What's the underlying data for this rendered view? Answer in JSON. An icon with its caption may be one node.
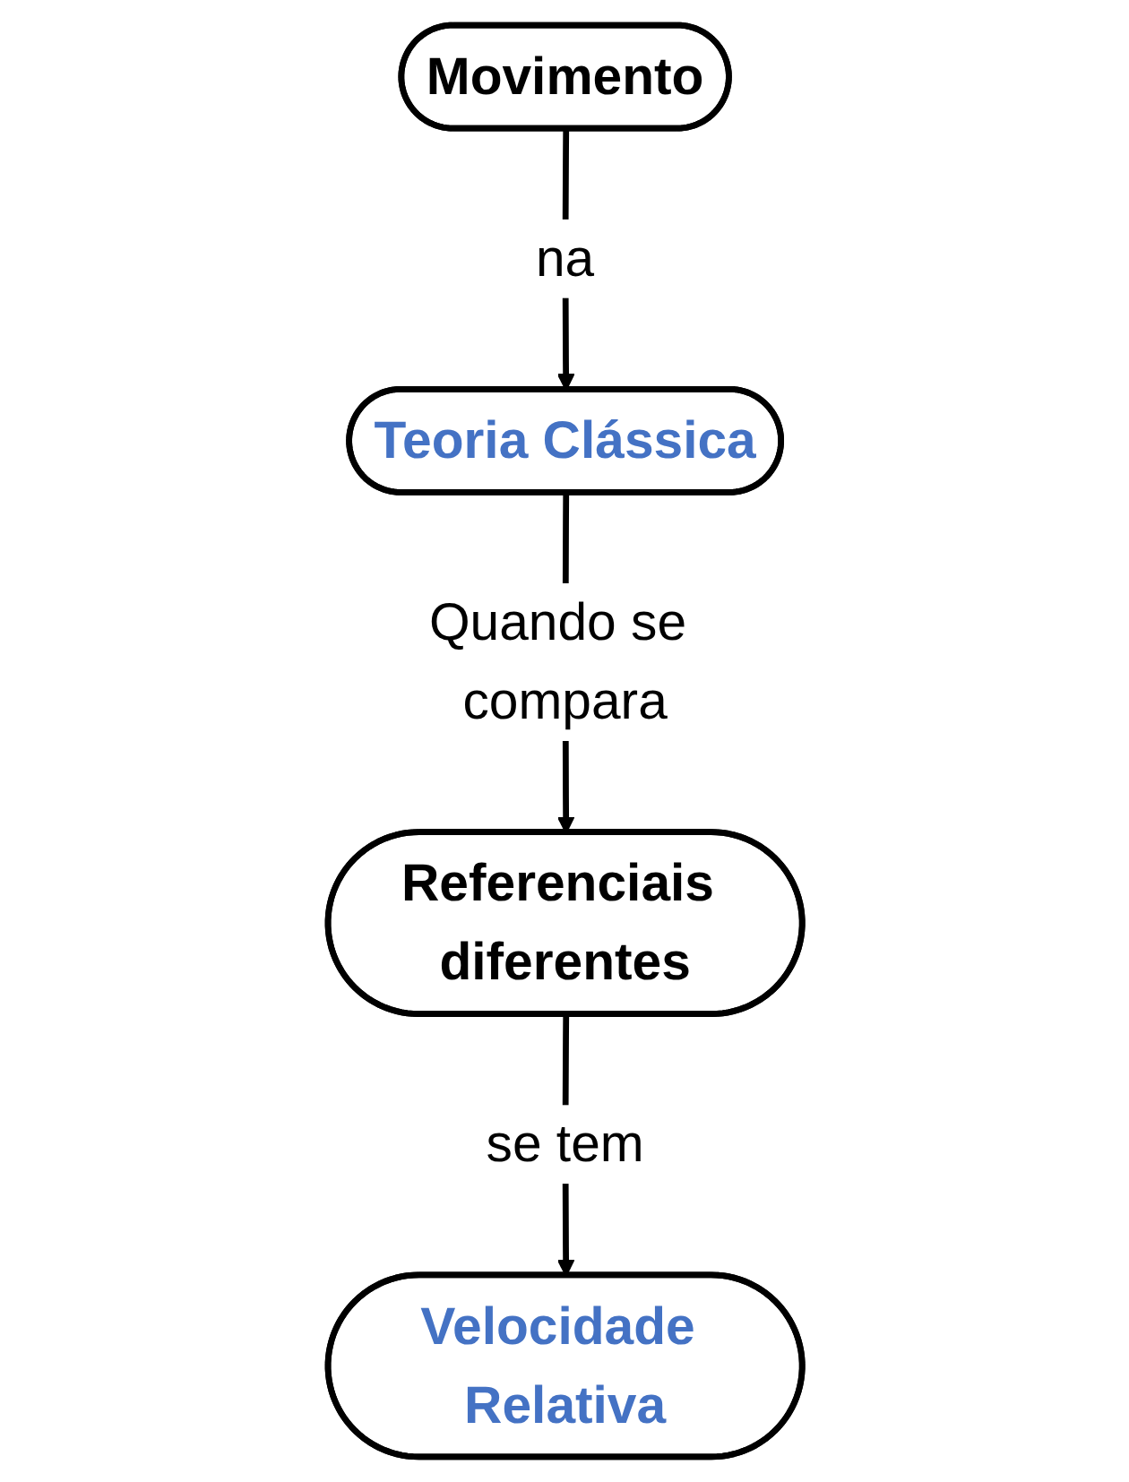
{
  "diagram": {
    "nodes": [
      {
        "text": [
          "Movimento"
        ]
      },
      {
        "text": [
          "Teoria Clássica"
        ]
      },
      {
        "text": [
          "Referenciais diferentes"
        ]
      },
      {
        "text": [
          "Velocidade Relativa"
        ]
      }
    ],
    "edges": [
      {
        "from": 0,
        "to": 1,
        "label": "na",
        "arrow": "to"
      },
      {
        "from": 1,
        "to": 2,
        "label": "Quando se compara",
        "arrow": "to"
      },
      {
        "from": 2,
        "to": 3,
        "label": "se tem",
        "arrow": "to"
      }
    ]
  }
}
